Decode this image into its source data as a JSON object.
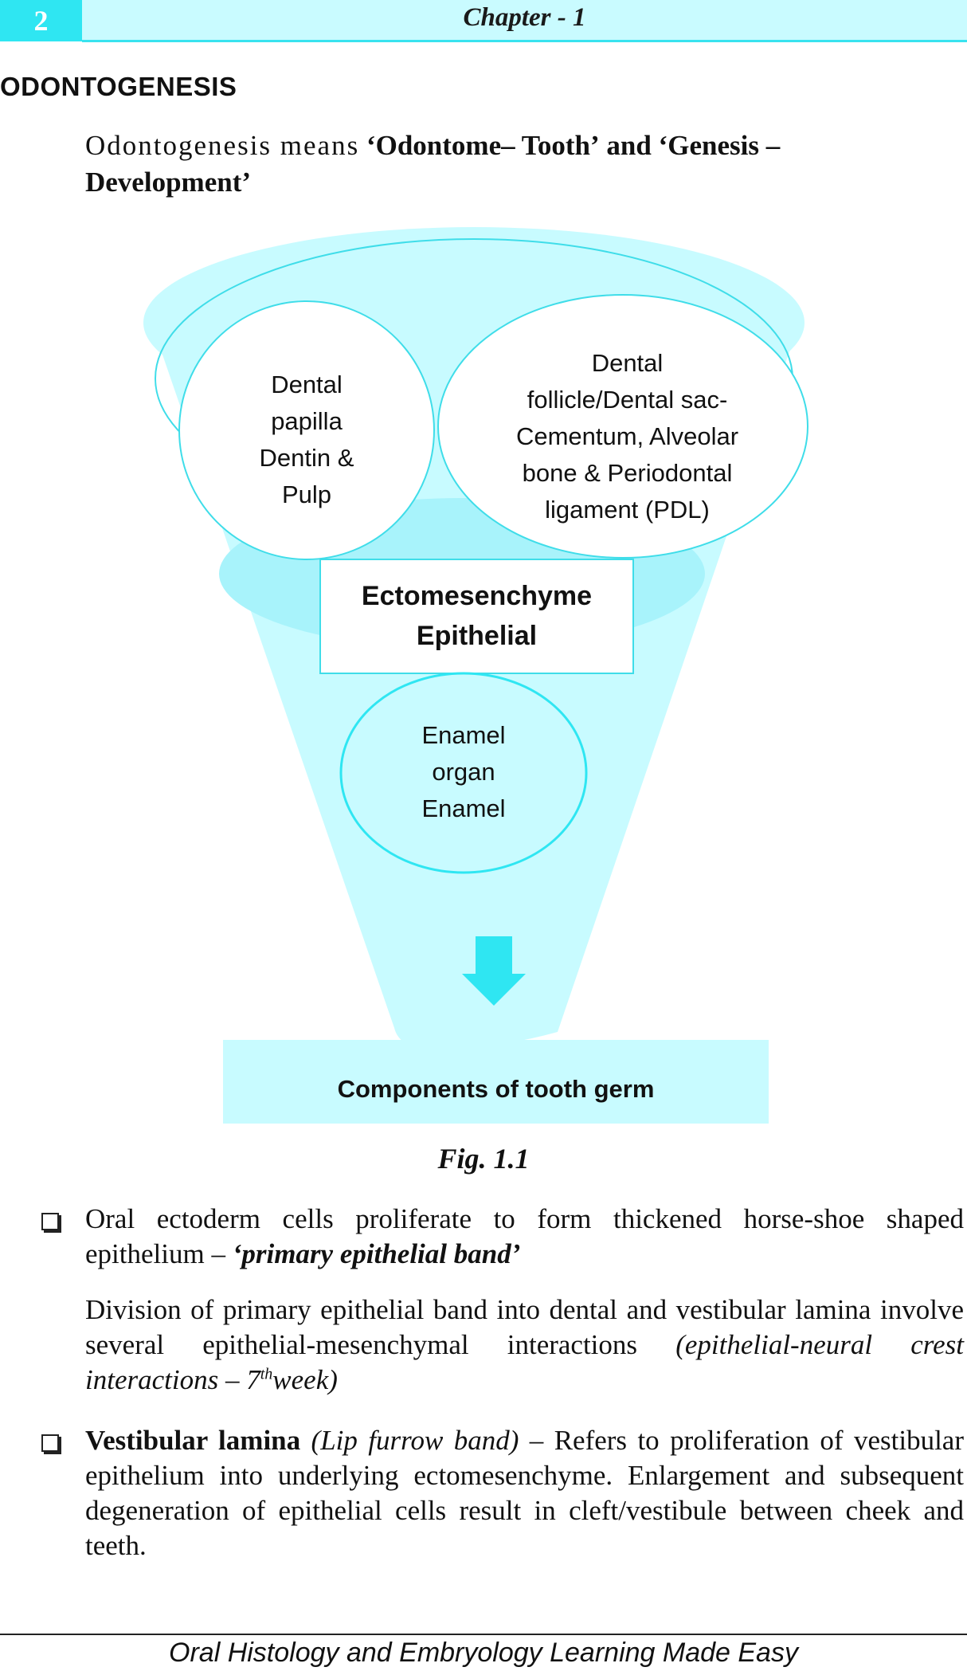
{
  "header": {
    "page_number": "2",
    "chapter": "Chapter - 1"
  },
  "section": {
    "heading": "ODONTOGENESIS"
  },
  "intro": {
    "lead": "Odontogenesis means",
    "term1": "‘Odontome– Tooth’",
    "joiner": "and",
    "term2": "‘Genesis –",
    "term2_cont": "Development’"
  },
  "diagram": {
    "papilla_lines": [
      "Dental",
      "papilla",
      "Dentin &",
      "Pulp"
    ],
    "follicle_lines": [
      "Dental",
      "follicle/Dental sac-",
      "Cementum, Alveolar",
      "bone & Periodontal",
      "ligament (PDL)"
    ],
    "center_lines": [
      "Ectomesenchyme",
      "Epithelial"
    ],
    "enamel_lines": [
      "Enamel",
      "organ",
      "Enamel"
    ],
    "components_label": "Components of tooth germ",
    "colors": {
      "light_cyan": "#c8fbff",
      "mid_cyan": "#a8f3fb",
      "accent": "#2fe6f2",
      "outline": "#3fdde9"
    },
    "icons": [
      "down-arrow-icon"
    ]
  },
  "figure": {
    "caption": "Fig. 1.1"
  },
  "bullets": [
    {
      "text": "Oral ectoderm cells proliferate to form thickened horse-shoe shaped epithelium –",
      "emphasis": "‘primary epithelial band’"
    },
    {
      "lead": "Vestibular lamina",
      "italic": "(Lip furrow band)",
      "text": "– Refers to proliferation of vestibular epithelium into underlying ectomesenchyme. Enlargement and subsequent degeneration of epithelial cells result in cleft/vestibule between cheek and teeth."
    }
  ],
  "paragraph": {
    "text": "Division of primary epithelial band into dental and vestibular lamina involve several epithelial-mesenchymal interactions",
    "italic": "(epithelial-neural crest interactions – 7",
    "sup": "th",
    "italic_end": "week)"
  },
  "footer": {
    "text": "Oral Histology and Embryology Learning Made Easy"
  }
}
